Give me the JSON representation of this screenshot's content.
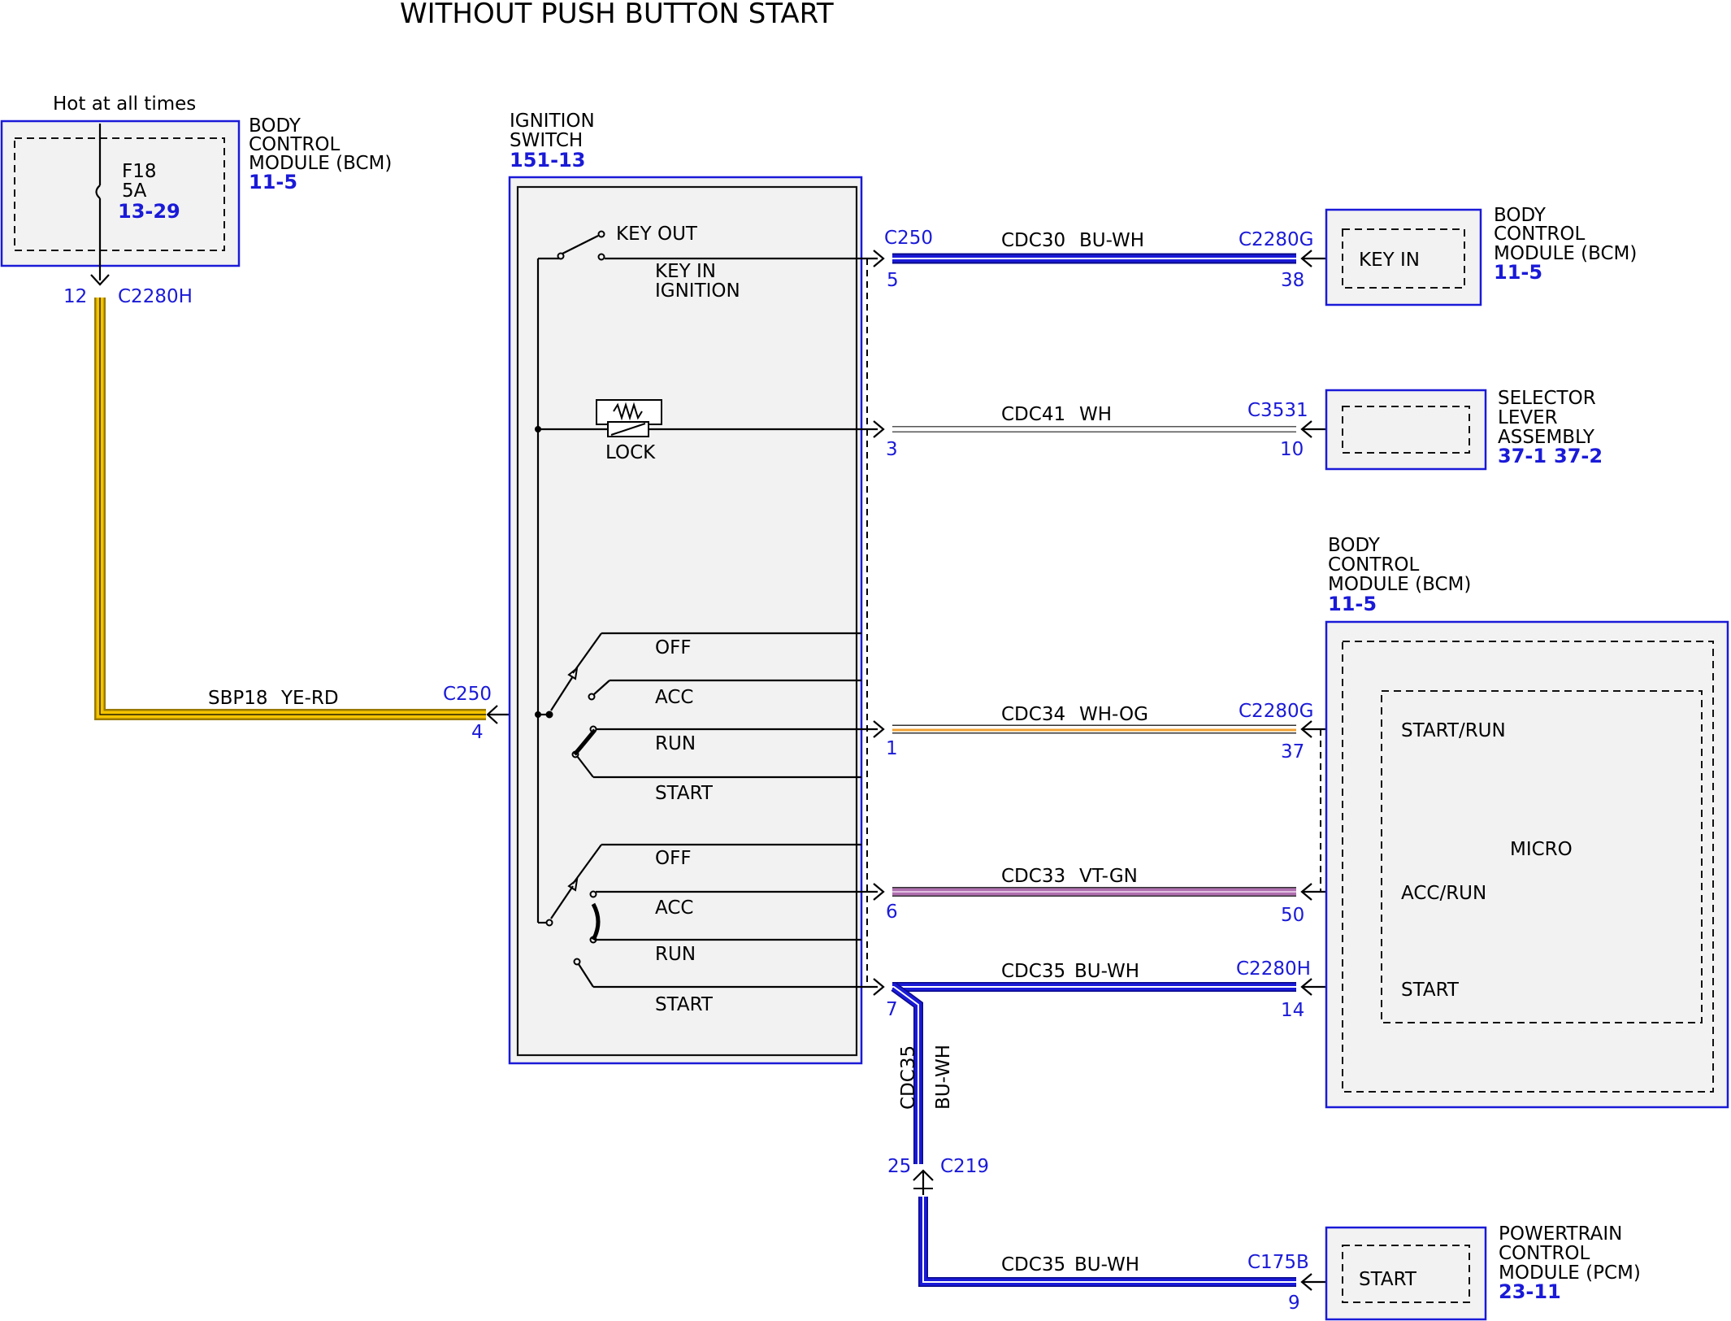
{
  "title": "WITHOUT PUSH BUTTON START",
  "power": {
    "label": "Hot at all times",
    "fuse": {
      "name": "F18",
      "rating": "5A",
      "ref": "13-29"
    }
  },
  "components": {
    "bcm_top": {
      "lines": [
        "BODY",
        "CONTROL",
        "MODULE (BCM)"
      ],
      "ref": "11-5"
    },
    "ignition_switch": {
      "lines": [
        "IGNITION",
        "SWITCH"
      ],
      "ref": "151-13"
    },
    "bcm_keyin": {
      "lines": [
        "BODY",
        "CONTROL",
        "MODULE (BCM)"
      ],
      "ref": "11-5",
      "inner": "KEY IN"
    },
    "selector": {
      "lines": [
        "SELECTOR",
        "LEVER",
        "ASSEMBLY"
      ],
      "ref1": "37-1",
      "ref2": "37-2"
    },
    "bcm_main": {
      "lines": [
        "BODY",
        "CONTROL",
        "MODULE (BCM)"
      ],
      "ref": "11-5",
      "micro": "MICRO",
      "pins": [
        "START/RUN",
        "ACC/RUN",
        "START"
      ]
    },
    "pcm": {
      "lines": [
        "POWERTRAIN",
        "CONTROL",
        "MODULE (PCM)"
      ],
      "ref": "23-11",
      "inner": "START"
    }
  },
  "switch_labels": {
    "key_out": "KEY OUT",
    "key_in": [
      "KEY IN",
      "IGNITION"
    ],
    "lock": "LOCK",
    "set1": [
      "OFF",
      "ACC",
      "RUN",
      "START"
    ],
    "set2": [
      "OFF",
      "ACC",
      "RUN",
      "START"
    ]
  },
  "wires": [
    {
      "circuit": "SBP18",
      "color_code": "YE-RD",
      "conn": "C250",
      "pin": "4",
      "from_conn": "C2280H",
      "from_pin": "12"
    },
    {
      "circuit": "CDC30",
      "color_code": "BU-WH",
      "conn_l": "C250",
      "pin_l": "5",
      "conn_r": "C2280G",
      "pin_r": "38"
    },
    {
      "circuit": "CDC41",
      "color_code": "WH",
      "pin_l": "3",
      "conn_r": "C3531",
      "pin_r": "10"
    },
    {
      "circuit": "CDC34",
      "color_code": "WH-OG",
      "pin_l": "1",
      "conn_r": "C2280G",
      "pin_r": "37"
    },
    {
      "circuit": "CDC33",
      "color_code": "VT-GN",
      "pin_l": "6",
      "pin_r": "50"
    },
    {
      "circuit": "CDC35",
      "color_code": "BU-WH",
      "pin_l": "7",
      "conn_r": "C2280H",
      "pin_r": "14"
    },
    {
      "circuit": "CDC35",
      "color_code": "BU-WH",
      "vertical": true,
      "conn": "C219",
      "pin": "25"
    },
    {
      "circuit": "CDC35",
      "color_code": "BU-WH",
      "conn_r": "C175B",
      "pin_r": "9"
    }
  ],
  "colors": {
    "blue_wire": "#1a1ad8",
    "yellow_wire": "#f5c400",
    "violet_wire": "#b070b0",
    "orange_wire": "#f0a030",
    "box_border": "#1a1ad8"
  }
}
